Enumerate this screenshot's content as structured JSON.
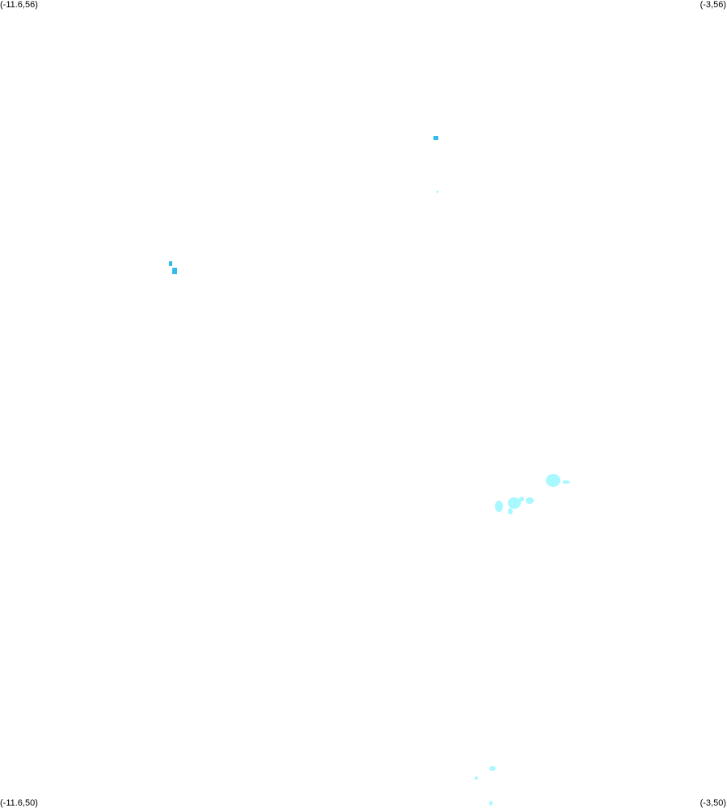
{
  "map": {
    "corners": {
      "top_left": "(-11.6,56)",
      "top_right": "(-3,56)",
      "bottom_left": "(-11.6,50)",
      "bottom_right": "(-3,50)"
    },
    "colors": {
      "background": "#ffffff",
      "deep_blue": "#33bbee",
      "light_cyan": "#a8f8ff"
    }
  }
}
